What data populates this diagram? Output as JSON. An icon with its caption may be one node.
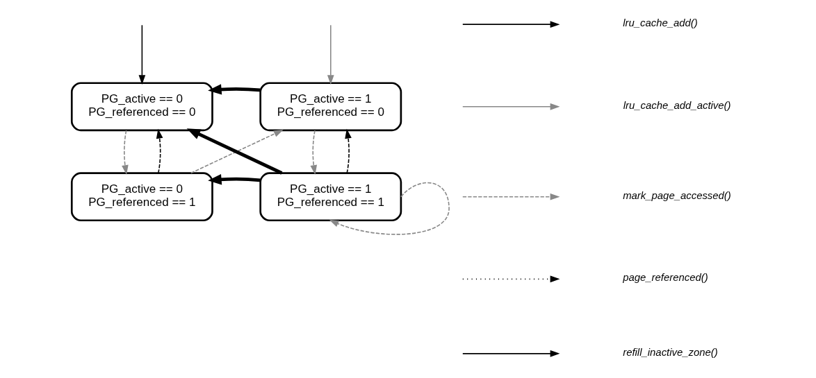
{
  "diagram": {
    "nodes": [
      {
        "text": [
          "PG_active == 0",
          "PG_referenced == 0"
        ]
      },
      {
        "text": [
          "PG_active == 1",
          "PG_referenced == 0"
        ]
      },
      {
        "text": [
          "PG_active == 0",
          "PG_referenced == 1"
        ]
      },
      {
        "text": [
          "PG_active == 1",
          "PG_referenced == 1"
        ]
      }
    ],
    "edges": [
      {
        "from": null,
        "to": 0,
        "arrow": "to"
      },
      {
        "from": null,
        "to": 1,
        "arrow": "to",
        "color": "#888888"
      },
      {
        "from": 1,
        "to": 0,
        "arrow": "to",
        "style": "thick"
      },
      {
        "from": 0,
        "to": 2,
        "arrow": "to",
        "style": "dashed",
        "color": "#888888"
      },
      {
        "from": 2,
        "to": 0,
        "arrow": "to",
        "style": "dashed"
      },
      {
        "from": 2,
        "to": 1,
        "arrow": "to",
        "style": "dashed",
        "color": "#888888"
      },
      {
        "from": 3,
        "to": 0,
        "arrow": "to",
        "style": "thick"
      },
      {
        "from": 3,
        "to": 1,
        "arrow": "to",
        "style": "dashed"
      },
      {
        "from": 1,
        "to": 3,
        "arrow": "to",
        "style": "dashed",
        "color": "#888888"
      },
      {
        "from": 3,
        "to": 2,
        "arrow": "to",
        "style": "thick"
      },
      {
        "from": 3,
        "to": 3,
        "arrow": "to",
        "style": "dashed",
        "color": "#888888"
      }
    ],
    "legend": [
      {
        "text": "lru_cache_add()"
      },
      {
        "text": "lru_cache_add_active()"
      },
      {
        "text": "mark_page_accessed()"
      },
      {
        "text": "page_referenced()"
      },
      {
        "text": "refill_inactive_zone()"
      }
    ]
  }
}
